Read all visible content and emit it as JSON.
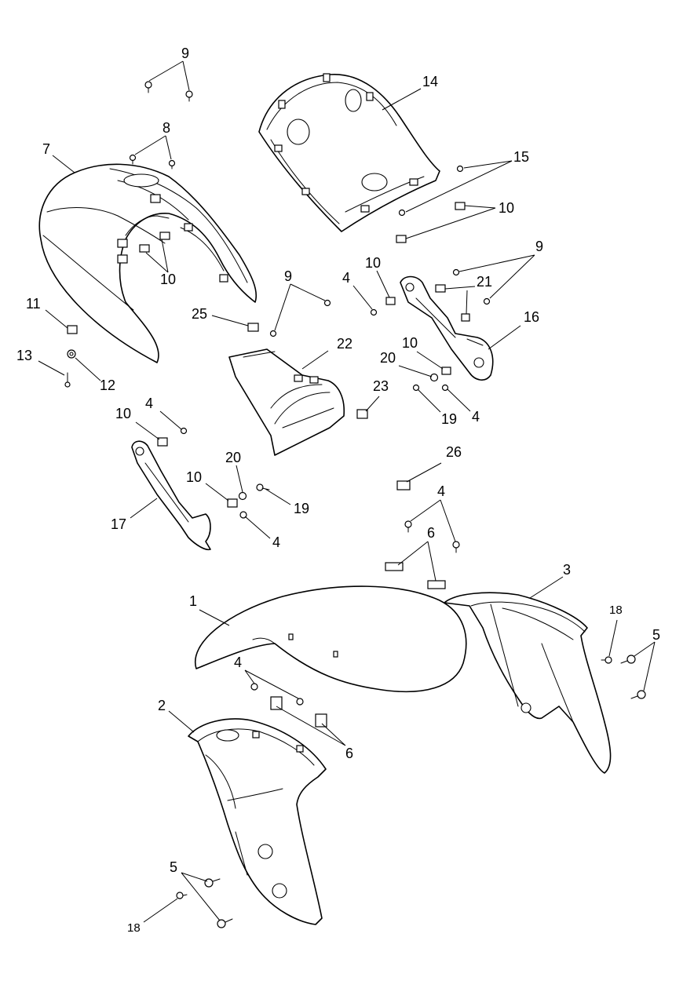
{
  "callouts": {
    "c1": "1",
    "c2": "2",
    "c3": "3",
    "c4": "4",
    "c5": "5",
    "c6": "6",
    "c7": "7",
    "c8": "8",
    "c9": "9",
    "c10": "10",
    "c11": "11",
    "c12": "12",
    "c13": "13",
    "c14": "14",
    "c15": "15",
    "c16": "16",
    "c17": "17",
    "c18": "18",
    "c19": "19",
    "c20": "20",
    "c21": "21",
    "c22": "22",
    "c23": "23",
    "c25": "25",
    "c26": "26"
  },
  "colors": {
    "line": "#000000",
    "background": "#ffffff"
  }
}
